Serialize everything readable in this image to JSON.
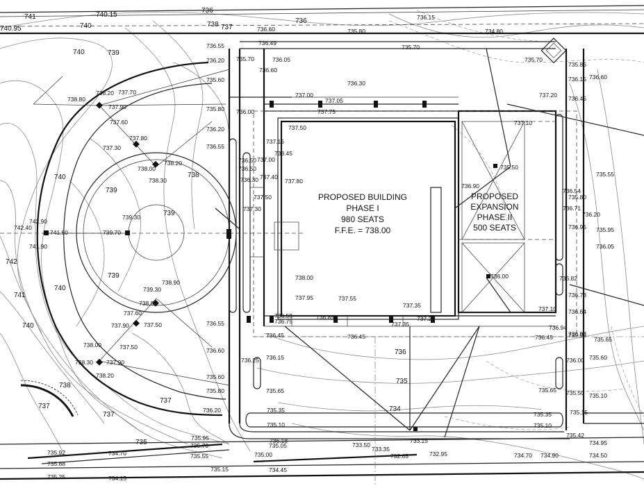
{
  "building": {
    "name_line1": "PROPOSED BUILDING",
    "name_line2": "PHASE I",
    "seats": "980 SEATS",
    "ffe": "F.F.E. = 738.00"
  },
  "expansion": {
    "line1": "PROPOSED",
    "line2": "EXPANSION",
    "line3": "PHASE II",
    "seats": "500 SEATS"
  },
  "contour_labels": [
    "741",
    "740",
    "739",
    "738",
    "737",
    "736",
    "735",
    "734",
    "742",
    "740.15",
    "740.95"
  ],
  "spot_elevations": [
    "736.55",
    "736.20",
    "735.60",
    "735.80",
    "736.20",
    "736.55",
    "736.00",
    "737.15",
    "736.50",
    "736.50",
    "736.30",
    "737.40",
    "737.80",
    "737.50",
    "737.00",
    "737.95",
    "738.00",
    "737.55",
    "737.35",
    "736.75",
    "736.55",
    "736.45",
    "736.15",
    "736.60",
    "735.65",
    "735.35",
    "735.10",
    "736.20",
    "735.95",
    "735.60",
    "735.80",
    "735.15",
    "735.00",
    "735.05",
    "734.45",
    "734.70",
    "734.15",
    "735.25",
    "735.92",
    "735.88",
    "735.70",
    "735.55",
    "733.50",
    "733.35",
    "733.15",
    "732.95",
    "732.65",
    "735.10",
    "735.35",
    "734.70",
    "734.90",
    "735.42",
    "734.95",
    "734.50",
    "735.15",
    "735.10",
    "735.65",
    "735.50",
    "736.00",
    "735.60",
    "736.45",
    "735.90",
    "735.65",
    "736.64",
    "736.73",
    "736.82",
    "736.95",
    "737.10",
    "736.05",
    "735.95",
    "736.20",
    "735.80",
    "736.71",
    "736.54",
    "735.55",
    "735.85",
    "736.15",
    "736.45",
    "735.70",
    "736.60",
    "736.30",
    "735.70",
    "735.80",
    "734.80",
    "736.15",
    "736.60",
    "736.49",
    "735.70",
    "736.05",
    "736.60",
    "738.80",
    "738.20",
    "737.90",
    "737.70",
    "737.30",
    "737.60",
    "737.80",
    "738.00",
    "738.20",
    "738.30",
    "737.50",
    "737.90",
    "738.20",
    "738.00",
    "737.60",
    "737.50",
    "737.90",
    "738.30",
    "738.00",
    "742.40",
    "741.50",
    "742.90",
    "741.90",
    "739.70",
    "739.30",
    "739.30",
    "738.90",
    "736.25",
    "736.59",
    "737.25",
    "737.75",
    "737.50",
    "736.85",
    "737.35",
    "736.45",
    "736.90",
    "737.10",
    "737.20",
    "735.50",
    "736.00",
    "737.05",
    "738.45",
    "736.94",
    "737.30",
    "737.00",
    "736.92",
    "736.18"
  ],
  "colors": {
    "line": "#111111",
    "contour": "#8a8a8a",
    "paper": "#ffffff"
  }
}
